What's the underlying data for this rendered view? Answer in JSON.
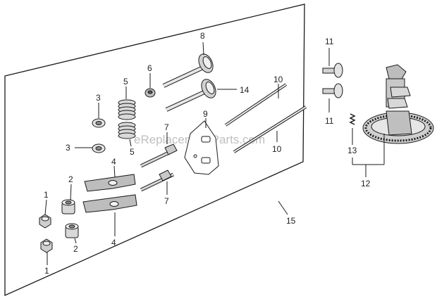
{
  "watermark": "eReplacementParts.com",
  "callouts": {
    "c1a": "1",
    "c1b": "1",
    "c2a": "2",
    "c2b": "2",
    "c3a": "3",
    "c3b": "3",
    "c4a": "4",
    "c4b": "4",
    "c5a": "5",
    "c5b": "5",
    "c6": "6",
    "c7a": "7",
    "c7b": "7",
    "c8": "8",
    "c9": "9",
    "c10a": "10",
    "c10b": "10",
    "c11a": "11",
    "c11b": "11",
    "c12": "12",
    "c13": "13",
    "c14": "14",
    "c15": "15"
  }
}
